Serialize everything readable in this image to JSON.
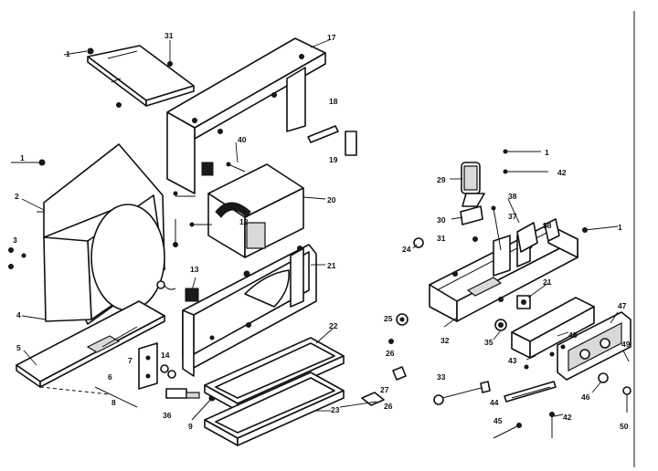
{
  "diagram": {
    "labels": {
      "l1a": "1",
      "l1b": "1",
      "l1c": "1",
      "l1d": "1",
      "l2": "2",
      "l3": "3",
      "l4": "4",
      "l5": "5",
      "l6": "6",
      "l7": "7",
      "l8": "8",
      "l9": "9",
      "l12": "12",
      "l13": "13",
      "l14": "14",
      "l17": "17",
      "l18": "18",
      "l19": "19",
      "l20": "20",
      "l21a": "21",
      "l21b": "21",
      "l22": "22",
      "l23": "23",
      "l24": "24",
      "l25": "25",
      "l26a": "26",
      "l26b": "26",
      "l27": "27",
      "l29": "29",
      "l30": "30",
      "l31a": "31",
      "l31b": "31",
      "l32": "32",
      "l33": "33",
      "l35": "35",
      "l36": "36",
      "l37": "37",
      "l38a": "38",
      "l38b": "38",
      "l40": "40",
      "l42a": "42",
      "l42b": "42",
      "l43": "43",
      "l44": "44",
      "l45": "45",
      "l46": "46",
      "l47": "47",
      "l48": "48",
      "l49": "49",
      "l50": "50"
    }
  }
}
